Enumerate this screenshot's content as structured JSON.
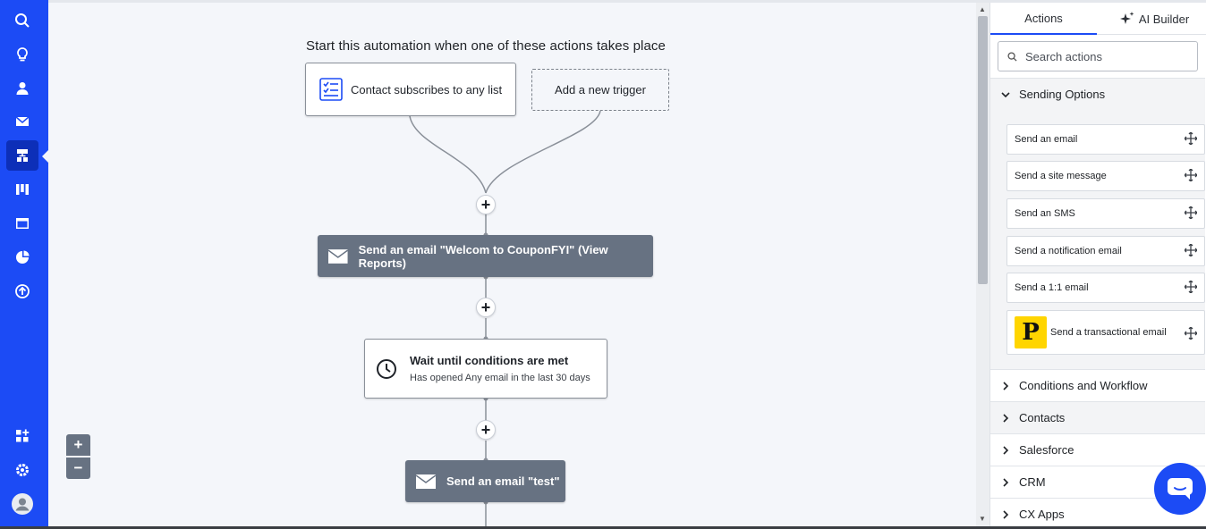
{
  "canvas": {
    "title": "Start this automation when one of these actions takes place",
    "trigger_label": "Contact subscribes to any list",
    "add_trigger_label": "Add a new trigger",
    "email1_label": "Send an email \"Welcom to CouponFYI\" (View Reports)",
    "wait_title": "Wait until conditions are met",
    "wait_subtitle": "Has opened Any email in the last 30 days",
    "email2_label": "Send an email \"test\"",
    "plus": "+",
    "zoom_in": "+",
    "zoom_out": "−"
  },
  "panel": {
    "tabs": [
      "Actions",
      "AI Builder"
    ],
    "search_placeholder": "Search actions",
    "open_section": "Sending Options",
    "items": [
      "Send an email",
      "Send a site message",
      "Send an SMS",
      "Send a notification email",
      "Send a 1:1 email",
      "Send a transactional email"
    ],
    "transactional_badge": "P",
    "sections": [
      "Conditions and Workflow",
      "Contacts",
      "Salesforce",
      "CRM",
      "CX Apps"
    ]
  },
  "sidebar": {
    "items": [
      "search-icon",
      "lightbulb-icon",
      "contacts-icon",
      "campaigns-icon",
      "automations-icon",
      "pipelines-icon",
      "website-icon",
      "reports-icon",
      "upgrade-icon",
      "apps-icon",
      "settings-icon",
      "profile-icon"
    ],
    "active": "automations-icon"
  },
  "colors": {
    "rail": "#1c4bf5",
    "canvas_bg": "#f4f6fa",
    "action_dark": "#677282",
    "pdf_tile": "#ffd500",
    "accent": "#1c4bf5"
  }
}
